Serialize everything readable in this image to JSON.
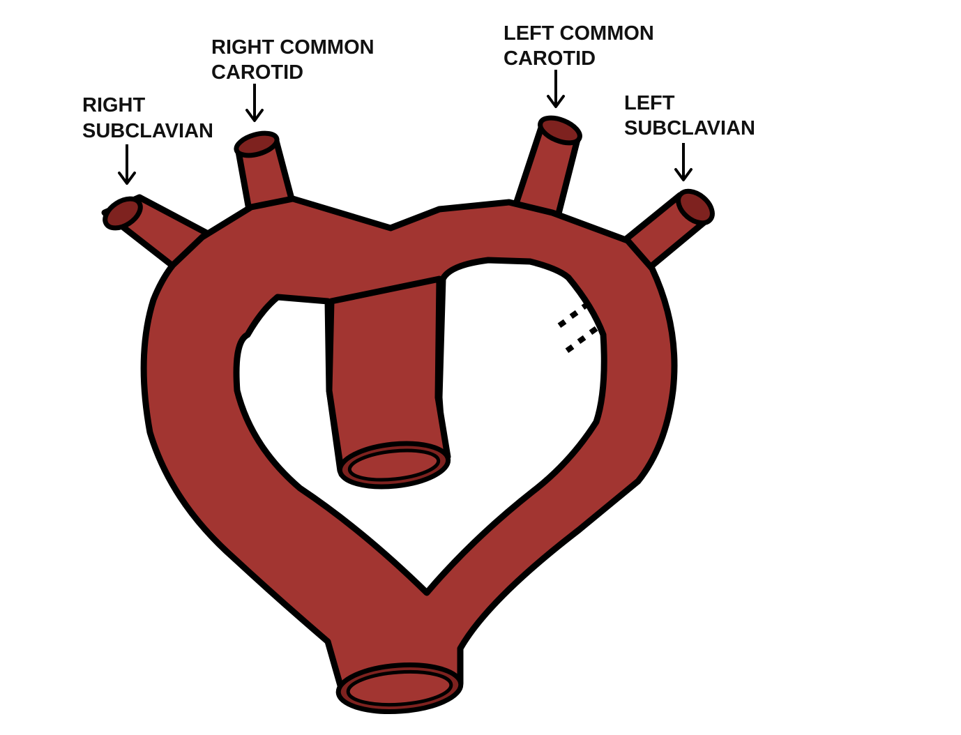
{
  "labels": {
    "right_subclavian": [
      "RIGHT",
      "SUBCLAVIAN"
    ],
    "right_common_carotid": [
      "RIGHT COMMON",
      "CAROTID"
    ],
    "left_common_carotid": [
      "LEFT COMMON",
      "CAROTID"
    ],
    "left_subclavian": [
      "LEFT",
      "SUBCLAVIAN"
    ]
  },
  "colors": {
    "vessel_fill": "#a23531",
    "outline": "#000000",
    "background": "#ffffff"
  }
}
